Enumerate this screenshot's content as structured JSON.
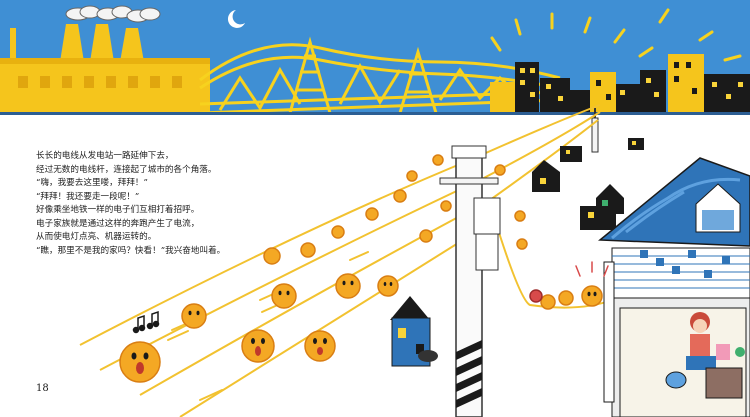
{
  "story": {
    "lines": [
      "长长的电线从发电站一路延伸下去，",
      "经过无数的电线杆，连接起了城市的各个角落。",
      "“嗨，我要去这里喽，拜拜！”",
      "“拜拜！我还要走一段呢！”",
      "好像乘坐地铁一样的电子们互相打着招呼。",
      "电子家族就是通过这样的奔跑产生了电流，",
      "从而使电灯点亮、机器运转的。",
      "“瞧，那里不是我的家吗？快看！”我兴奋地叫着。"
    ]
  },
  "page_number": "18",
  "colors": {
    "sky": "#3F8FD4",
    "bridge": "#F7D21E",
    "factory": "#F5C51C",
    "house_roof": "#2F74B8",
    "electron": "#F4A824",
    "wire": "#F2C230",
    "building": "#1A1A1A",
    "window": "#F9D43A"
  },
  "icons": [
    "moon-icon",
    "music-note-icon",
    "electron-character-icon",
    "utility-pole-icon",
    "house-icon",
    "factory-icon",
    "bridge-icon"
  ]
}
